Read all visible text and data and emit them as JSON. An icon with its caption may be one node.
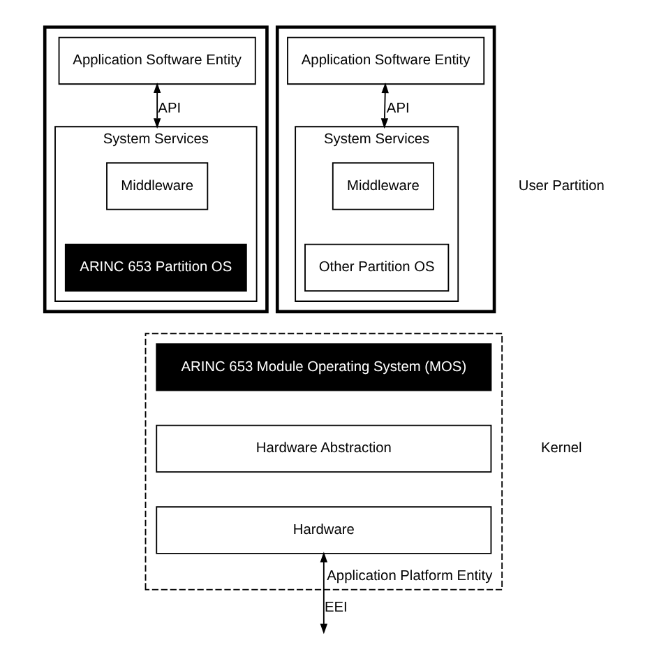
{
  "diagram": {
    "nodes": [
      {
        "text": [
          "Application Platform Entity"
        ]
      },
      {
        "text": [],
        "shape": "box"
      },
      {
        "text": [
          "Application Software Entity"
        ],
        "in": 1
      },
      {
        "text": [
          "System Services"
        ],
        "in": 1
      },
      {
        "text": [
          "Middleware"
        ],
        "in": 3
      },
      {
        "text": [
          "ARINC 653 Partition OS"
        ],
        "in": 3
      },
      {
        "text": [],
        "shape": "box"
      },
      {
        "text": [
          "Application Software Entity"
        ],
        "in": 6
      },
      {
        "text": [
          "System Services"
        ],
        "in": 6
      },
      {
        "text": [
          "Middleware"
        ],
        "in": 8
      },
      {
        "text": [
          "Other Partition OS"
        ],
        "in": 8
      },
      {
        "text": [
          "ARINC 653 Module Operating System (MOS)"
        ],
        "in": 0
      },
      {
        "text": [
          "Hardware Abstraction"
        ],
        "in": 0
      },
      {
        "text": [
          "Hardware"
        ],
        "in": 0
      }
    ],
    "edges": [
      {
        "from": 2,
        "to": 3,
        "arrow": "both",
        "label": "API"
      },
      {
        "from": 7,
        "to": 8,
        "arrow": "both",
        "label": "API"
      },
      {
        "from": 13,
        "to": null,
        "arrow": "both",
        "label": "EEI"
      }
    ],
    "labels": [
      "User Partition",
      "Kernel"
    ]
  }
}
